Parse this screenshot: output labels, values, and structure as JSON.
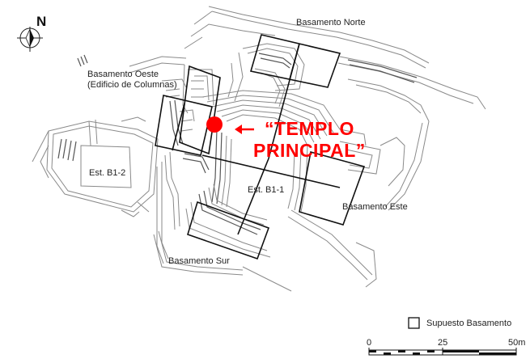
{
  "north_label": "N",
  "labels": {
    "basamento_norte": "Basamento Norte",
    "basamento_oeste": "Basamento Oeste",
    "edificio_columnas": "(Edificio de Columnas)",
    "est_b1_2": "Est. B1-2",
    "est_b1_1": "Est. B1-1",
    "basamento_este": "Basamento Este",
    "basamento_sur": "Basamento Sur"
  },
  "highlight": {
    "line1": "“TEMPLO",
    "line2": "PRINCIPAL”",
    "arrow": "←",
    "color": "#ff0000"
  },
  "legend": {
    "label": "Supuesto Basamento"
  },
  "scale": {
    "tick0": "0",
    "tick1": "25",
    "tick2": "50m"
  }
}
